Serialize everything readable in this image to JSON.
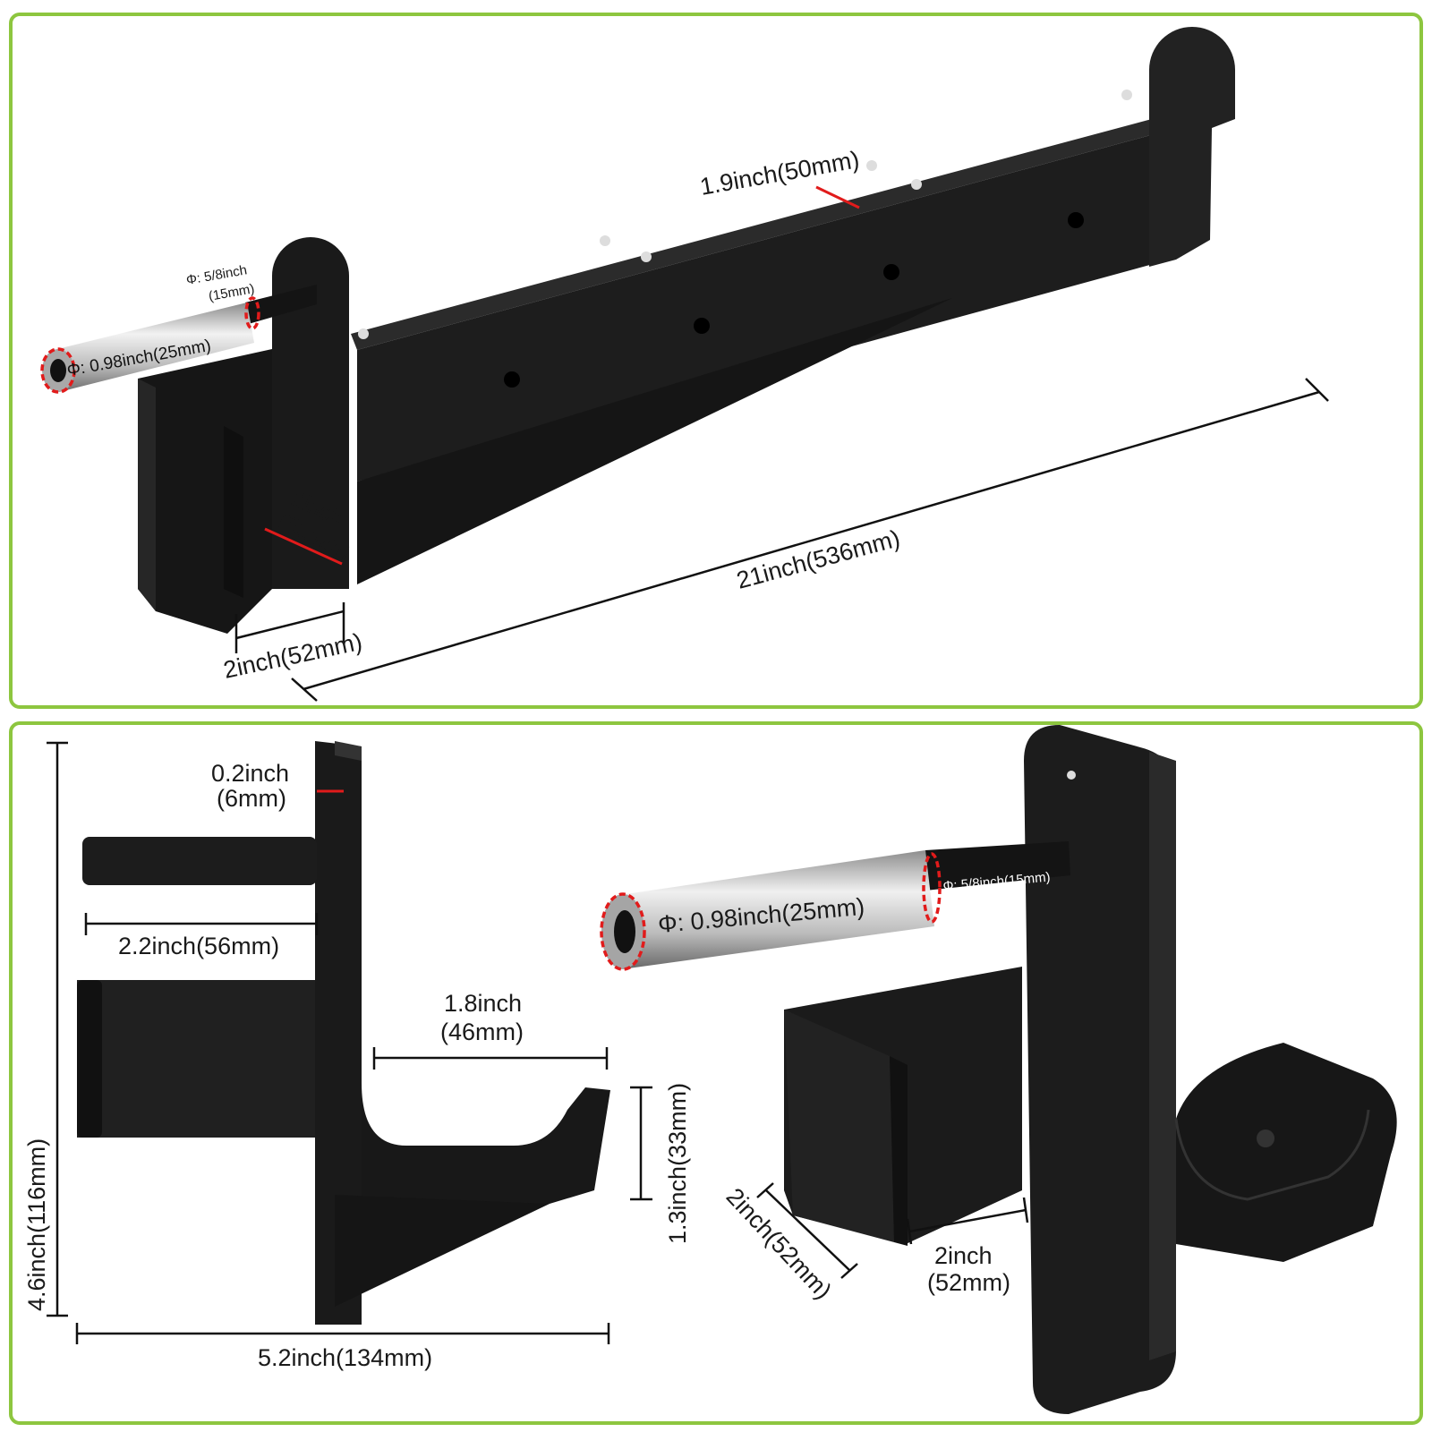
{
  "top_view": {
    "width_label": "1.9inch(50mm)",
    "pin_small_diameter_line1": "Φ: 5/8inch",
    "pin_small_diameter_line2": "(15mm)",
    "pin_sleeve_diameter": "Φ: 0.98inch(25mm)",
    "inner_width_line1": "2inch",
    "inner_width_line2": "(52mm)",
    "length_label": "21inch(536mm)",
    "hook_width_label": "2inch(52mm)"
  },
  "side_view": {
    "plate_thickness_line1": "0.2inch",
    "plate_thickness_line2": "(6mm)",
    "pin_length": "2.2inch(56mm)",
    "cradle_depth_line1": "1.8inch",
    "cradle_depth_line2": "(46mm)",
    "cradle_height": "1.3inch(33mm)",
    "total_height": "4.6inch(116mm)",
    "total_width": "5.2inch(134mm)"
  },
  "perspective_view": {
    "pin_sleeve_diameter": "Φ: 0.98inch(25mm)",
    "pin_small_diameter": "Φ: 5/8inch(15mm)",
    "hook_depth": "2inch(52mm)",
    "inner_width_line1": "2inch",
    "inner_width_line2": "(52mm)"
  },
  "colors": {
    "frame_green": "#8dc63f",
    "steel_black": "#1c1c1c",
    "pin_silver": "#c8c8c8",
    "marker_red": "#e11b1b"
  }
}
